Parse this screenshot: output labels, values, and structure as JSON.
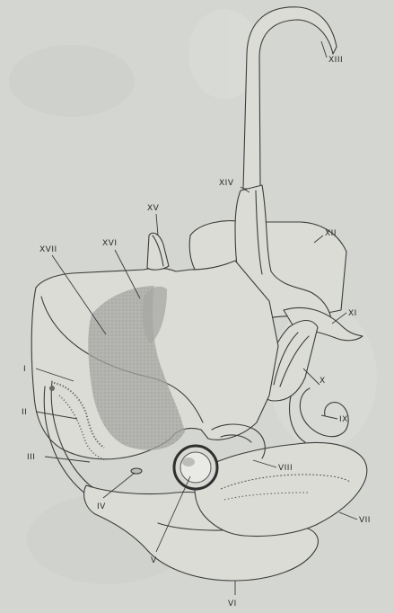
{
  "figure": {
    "labels": [
      {
        "id": "I",
        "text": "I"
      },
      {
        "id": "II",
        "text": "II"
      },
      {
        "id": "III",
        "text": "III"
      },
      {
        "id": "IV",
        "text": "IV"
      },
      {
        "id": "V",
        "text": "V"
      },
      {
        "id": "VI",
        "text": "VI"
      },
      {
        "id": "VII",
        "text": "VII"
      },
      {
        "id": "VIII",
        "text": "VIII"
      },
      {
        "id": "IX",
        "text": "IX"
      },
      {
        "id": "X",
        "text": "X"
      },
      {
        "id": "XI",
        "text": "XI"
      },
      {
        "id": "XII",
        "text": "XII"
      },
      {
        "id": "XIII",
        "text": "XIII"
      },
      {
        "id": "XIV",
        "text": "XIV"
      },
      {
        "id": "XV",
        "text": "XV"
      },
      {
        "id": "XVI",
        "text": "XVI"
      },
      {
        "id": "XVII",
        "text": "XVII"
      }
    ]
  }
}
